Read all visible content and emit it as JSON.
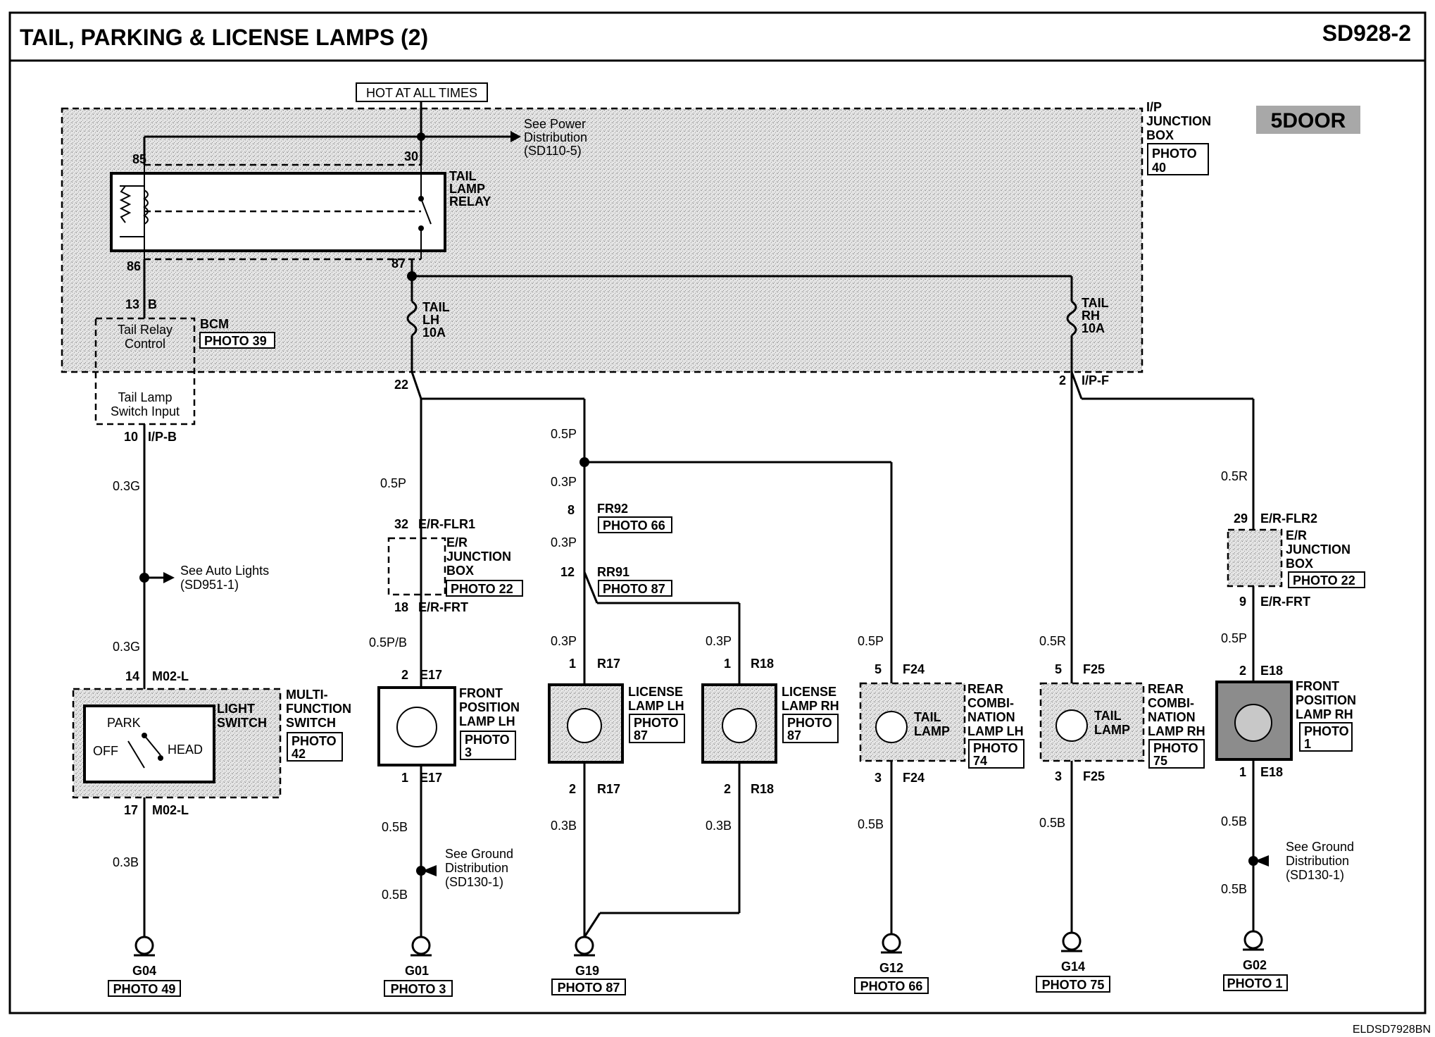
{
  "header": {
    "title": "TAIL, PARKING & LICENSE LAMPS (2)",
    "code": "SD928-2"
  },
  "variant": "5DOOR",
  "footer_code": "ELDSD7928BN",
  "power": {
    "hot": "HOT AT ALL TIMES",
    "see_power": [
      "See Power",
      "Distribution",
      "(SD110-5)"
    ]
  },
  "ip_box": {
    "lines": [
      "I/P",
      "JUNCTION",
      "BOX"
    ],
    "photo": [
      "PHOTO",
      "40"
    ]
  },
  "relay": {
    "lines": [
      "TAIL",
      "LAMP",
      "RELAY"
    ],
    "p85": "85",
    "p30": "30",
    "p86": "86",
    "p87": "87"
  },
  "bcm": {
    "pin_top": "13",
    "pin_top_conn": "B",
    "name": "BCM",
    "photo": "PHOTO 39",
    "ctrl": [
      "Tail Relay",
      "Control"
    ],
    "input": [
      "Tail Lamp",
      "Switch Input"
    ],
    "pin_bot": "10",
    "pin_bot_conn": "I/P-B"
  },
  "fuse_lh": {
    "lines": [
      "TAIL",
      "LH",
      "10A"
    ],
    "pin": "22"
  },
  "fuse_rh": {
    "lines": [
      "TAIL",
      "RH",
      "10A"
    ],
    "pin": "2",
    "conn": "I/P-F"
  },
  "left_branch": {
    "w1": "0.3G",
    "auto": [
      "See Auto Lights",
      "(SD951-1)"
    ],
    "w2": "0.3G",
    "sw_pin_top": "14",
    "sw_conn_top": "M02-L",
    "park": "PARK",
    "off": "OFF",
    "head": "HEAD",
    "light_switch": [
      "LIGHT",
      "SWITCH"
    ],
    "mf": [
      "MULTI-",
      "FUNCTION",
      "SWITCH"
    ],
    "mf_photo": [
      "PHOTO",
      "42"
    ],
    "sw_pin_bot": "17",
    "sw_conn_bot": "M02-L",
    "w3": "0.3B",
    "ground": "G04",
    "ground_photo": "PHOTO 49"
  },
  "lh_branch": {
    "w1": "0.5P",
    "er_pin_top": "32",
    "er_conn_top": "E/R-FLR1",
    "er_lines": [
      "E/R",
      "JUNCTION",
      "BOX"
    ],
    "er_photo": "PHOTO 22",
    "er_pin_bot": "18",
    "er_conn_bot": "E/R-FRT",
    "w2": "0.5P/B",
    "lamp_pin_top": "2",
    "lamp_conn": "E17",
    "lamp_lines": [
      "FRONT",
      "POSITION",
      "LAMP LH"
    ],
    "lamp_photo": [
      "PHOTO",
      "3"
    ],
    "lamp_pin_bot": "1",
    "w3": "0.5B",
    "see_ground": [
      "See Ground",
      "Distribution",
      "(SD130-1)"
    ],
    "w4": "0.5B",
    "ground": "G01",
    "ground_photo": "PHOTO 3"
  },
  "license_branch": {
    "w1": "0.5P",
    "w2": "0.3P",
    "fr_pin": "8",
    "fr_conn": "FR92",
    "fr_photo": "PHOTO 66",
    "w3": "0.3P",
    "rr_pin": "12",
    "rr_conn": "RR91",
    "rr_photo": "PHOTO 87",
    "w_lh": "0.3P",
    "w_rh": "0.3P",
    "lh_pin1": "1",
    "lh_conn": "R17",
    "lh_lines": [
      "LICENSE",
      "LAMP LH"
    ],
    "lh_photo": [
      "PHOTO",
      "87"
    ],
    "lh_pin2": "2",
    "rh_pin1": "1",
    "rh_conn": "R18",
    "rh_lines": [
      "LICENSE",
      "LAMP RH"
    ],
    "rh_photo": [
      "PHOTO",
      "87"
    ],
    "rh_pin2": "2",
    "wb_lh": "0.3B",
    "wb_rh": "0.3B",
    "ground": "G19",
    "ground_photo": "PHOTO 87"
  },
  "rear_lh": {
    "w1": "0.5P",
    "pin_top": "5",
    "conn": "F24",
    "inner": [
      "TAIL",
      "LAMP"
    ],
    "lines": [
      "REAR",
      "COMBI-",
      "NATION",
      "LAMP LH"
    ],
    "photo": [
      "PHOTO",
      "74"
    ],
    "pin_bot": "3",
    "w2": "0.5B",
    "ground": "G12",
    "ground_photo": "PHOTO 66"
  },
  "rear_rh": {
    "w1": "0.5R",
    "pin_top": "5",
    "conn": "F25",
    "inner": [
      "TAIL",
      "LAMP"
    ],
    "lines": [
      "REAR",
      "COMBI-",
      "NATION",
      "LAMP RH"
    ],
    "photo": [
      "PHOTO",
      "75"
    ],
    "pin_bot": "3",
    "w2": "0.5B",
    "ground": "G14",
    "ground_photo": "PHOTO 75"
  },
  "front_rh": {
    "w1": "0.5R",
    "er_pin_top": "29",
    "er_conn_top": "E/R-FLR2",
    "er_lines": [
      "E/R",
      "JUNCTION",
      "BOX"
    ],
    "er_photo": "PHOTO 22",
    "er_pin_bot": "9",
    "er_conn_bot": "E/R-FRT",
    "w2": "0.5P",
    "lamp_pin_top": "2",
    "lamp_conn": "E18",
    "lamp_lines": [
      "FRONT",
      "POSITION",
      "LAMP RH"
    ],
    "lamp_photo": [
      "PHOTO",
      "1"
    ],
    "lamp_pin_bot": "1",
    "w3": "0.5B",
    "see_ground": [
      "See Ground",
      "Distribution",
      "(SD130-1)"
    ],
    "w4": "0.5B",
    "ground": "G02",
    "ground_photo": "PHOTO 1"
  }
}
